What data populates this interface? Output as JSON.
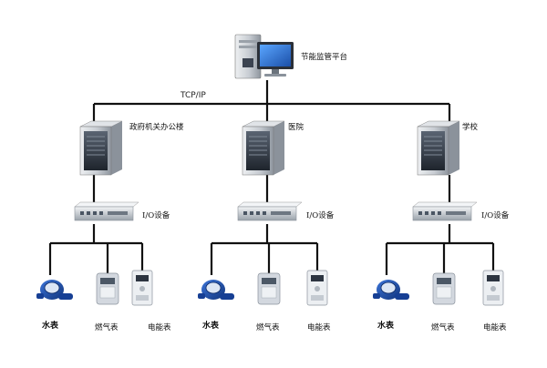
{
  "platform": {
    "label": "节能监管平台"
  },
  "network": {
    "protocol": "TCP/IP"
  },
  "colors": {
    "line": "#111111",
    "server_body": "#cfd3d8",
    "server_front": "#3b4350",
    "monitor_screen": "#2a6fd6",
    "water_meter": "#1f4fb0",
    "gas_meter": "#c9ced6",
    "electric_meter": "#e9ecef"
  },
  "buildings": [
    {
      "label": "政府机关办公楼",
      "io_label": "I/O设备",
      "meters": [
        {
          "label": "水表",
          "icon": "water-meter"
        },
        {
          "label": "燃气表",
          "icon": "gas-meter"
        },
        {
          "label": "电能表",
          "icon": "electric-meter"
        }
      ]
    },
    {
      "label": "医院",
      "io_label": "I/O设备",
      "meters": [
        {
          "label": "水表",
          "icon": "water-meter"
        },
        {
          "label": "燃气表",
          "icon": "gas-meter"
        },
        {
          "label": "电能表",
          "icon": "electric-meter"
        }
      ]
    },
    {
      "label": "学校",
      "io_label": "I/O设备",
      "meters": [
        {
          "label": "水表",
          "icon": "water-meter"
        },
        {
          "label": "燃气表",
          "icon": "gas-meter"
        },
        {
          "label": "电能表",
          "icon": "electric-meter"
        }
      ]
    }
  ]
}
